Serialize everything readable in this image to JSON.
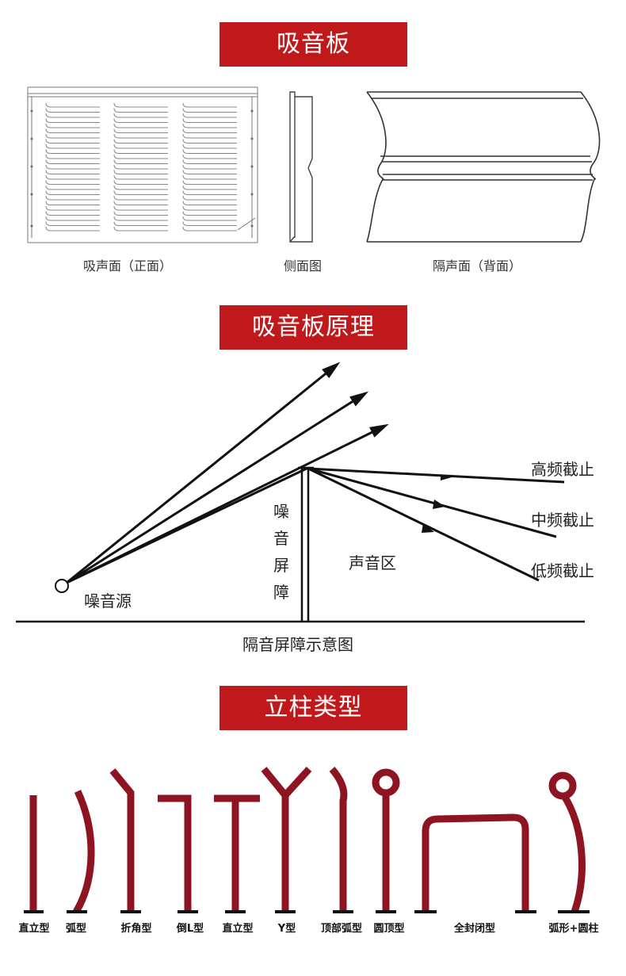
{
  "section1": {
    "banner": "吸音板",
    "captions": {
      "front": "吸声面（正面）",
      "side": "侧面图",
      "back": "隔声面（背面）"
    }
  },
  "section2": {
    "banner": "吸音板原理",
    "labels": {
      "high": "高频截止",
      "mid": "中频截止",
      "low": "低频截止",
      "zone": "声音区",
      "source": "噪音源",
      "barrier_chars": [
        "噪",
        "音",
        "屏",
        "障"
      ],
      "caption": "隔音屏障示意图"
    }
  },
  "section3": {
    "banner": "立柱类型",
    "post_types": [
      "直立型",
      "弧型",
      "折角型",
      "倒L型",
      "直立型",
      "Y型",
      "顶部弧型",
      "圆顶型",
      "全封闭型",
      "弧形+圆柱"
    ]
  },
  "colors": {
    "banner": "#c0191c",
    "post": "#8e1422",
    "line": "#111111"
  }
}
